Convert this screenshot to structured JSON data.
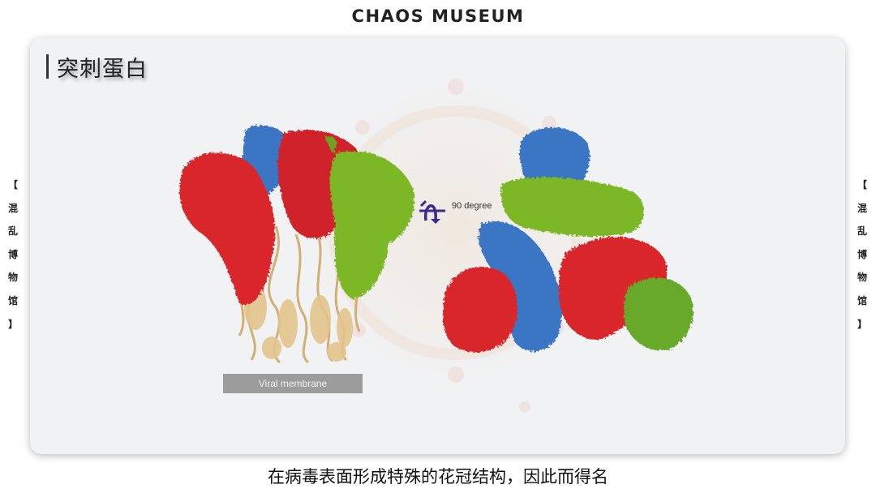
{
  "header": {
    "brand": "CHAOS MUSEUM"
  },
  "side_label": {
    "chars": [
      "【",
      "混",
      "乱",
      "博",
      "物",
      "馆",
      "】"
    ]
  },
  "slide": {
    "title": "突刺蛋白",
    "rotation_label": "90 degree",
    "membrane_label": "Viral membrane"
  },
  "caption": "在病毒表面形成特殊的花冠结构，因此而得名",
  "colors": {
    "red": "#d8262c",
    "blue": "#3a76c4",
    "green": "#7cb726",
    "tan": "#d9b678",
    "arrow": "#3c2a8c"
  }
}
